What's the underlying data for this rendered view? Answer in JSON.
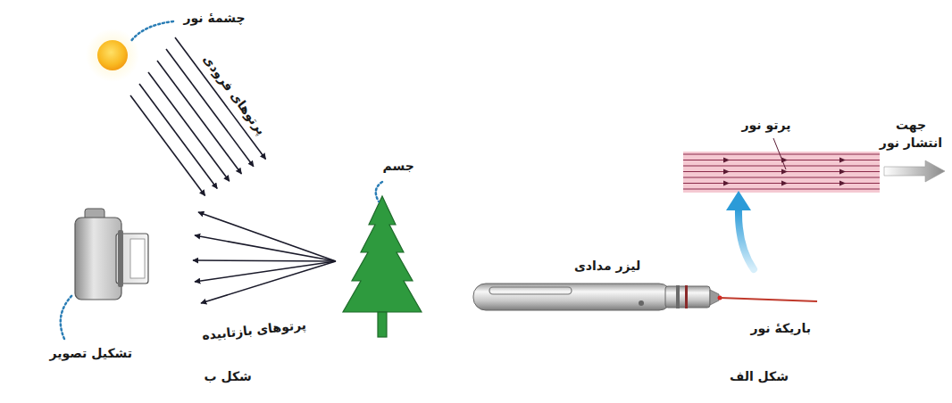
{
  "diagram": {
    "labels": [
      "چشمهٔ نور",
      "پرتوهای فرودی",
      "جسم",
      "پرتوهای بازتابیده",
      "تشکیل تصویر",
      "شکل ب",
      "شکل الف",
      "لیزر مدادی",
      "باریکهٔ نور",
      "پرتو نور",
      "جهت انتشار نور"
    ]
  }
}
